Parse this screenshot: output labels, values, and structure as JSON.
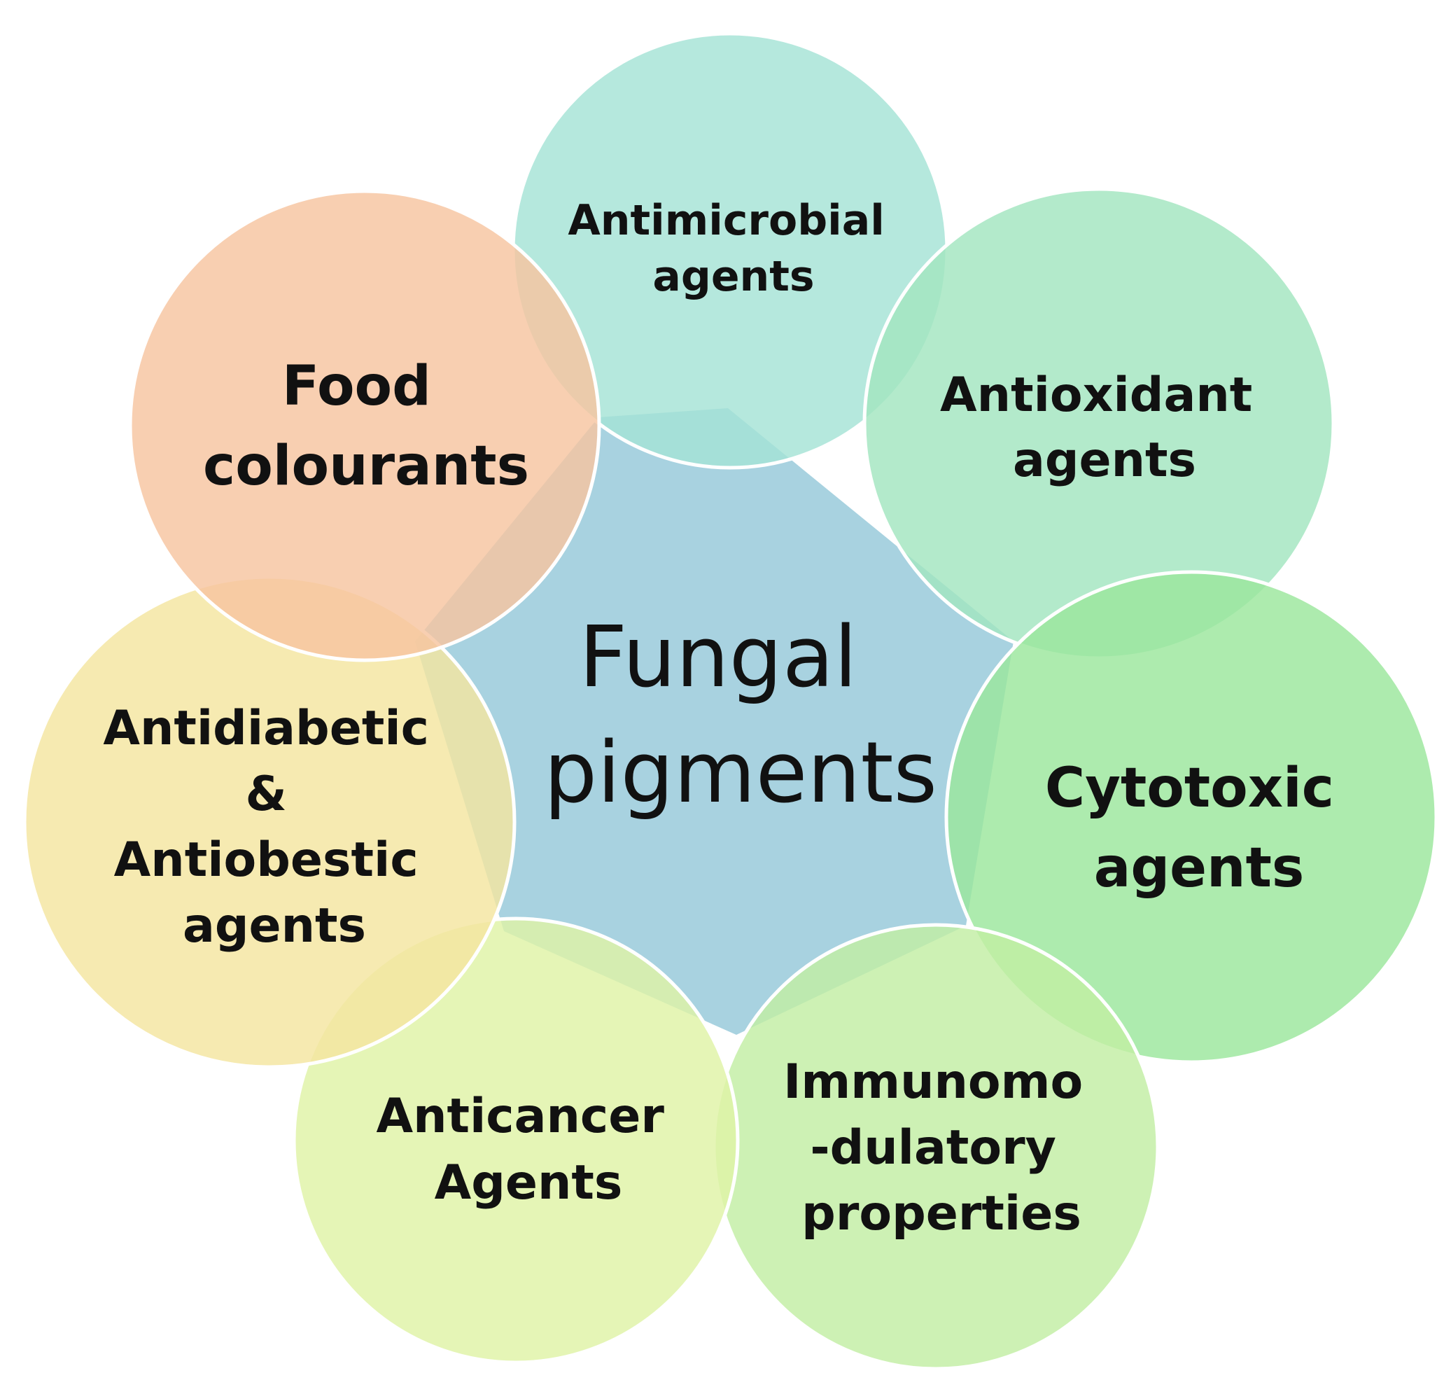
{
  "center": {
    "lines": [
      "Fungal",
      "pigments"
    ],
    "color": "#A8D2E0"
  },
  "petals": [
    {
      "id": "antimicrobial",
      "lines": [
        "Antimicrobial",
        "agents"
      ],
      "color": "#A5E3D6"
    },
    {
      "id": "antioxidant",
      "lines": [
        "Antioxidant",
        "agents"
      ],
      "color": "#A2E5BF"
    },
    {
      "id": "cytotoxic",
      "lines": [
        "Cytotoxic",
        "agents"
      ],
      "color": "#9BE69C"
    },
    {
      "id": "immunomodulatory",
      "lines": [
        "Immunomo",
        "-dulatory",
        "properties"
      ],
      "color": "#C2EEA3"
    },
    {
      "id": "anticancer",
      "lines": [
        "Anticancer",
        "Agents"
      ],
      "color": "#DFF3A6"
    },
    {
      "id": "antidiabetic",
      "lines": [
        "Antidiabetic",
        "&",
        "Antiobestic",
        "agents"
      ],
      "color": "#F4E5A0"
    },
    {
      "id": "food-colourants",
      "lines": [
        "Food",
        "colourants"
      ],
      "color": "#F6C4A0"
    }
  ]
}
